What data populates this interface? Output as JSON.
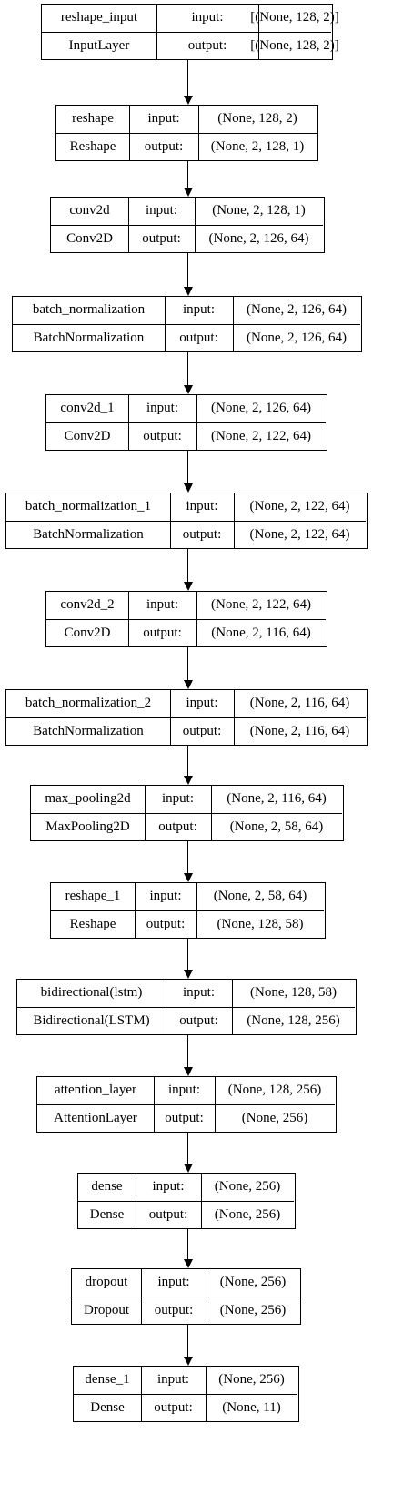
{
  "layers": [
    {
      "name": "reshape_input",
      "type": "InputLayer",
      "input_label": "input:",
      "output_label": "output:",
      "input_shape": "[(None, 128, 2)]",
      "output_shape": "[(None, 128, 2)]"
    },
    {
      "name": "reshape",
      "type": "Reshape",
      "input_label": "input:",
      "output_label": "output:",
      "input_shape": "(None, 128, 2)",
      "output_shape": "(None, 2, 128, 1)"
    },
    {
      "name": "conv2d",
      "type": "Conv2D",
      "input_label": "input:",
      "output_label": "output:",
      "input_shape": "(None, 2, 128, 1)",
      "output_shape": "(None, 2, 126, 64)"
    },
    {
      "name": "batch_normalization",
      "type": "BatchNormalization",
      "input_label": "input:",
      "output_label": "output:",
      "input_shape": "(None, 2, 126, 64)",
      "output_shape": "(None, 2, 126, 64)"
    },
    {
      "name": "conv2d_1",
      "type": "Conv2D",
      "input_label": "input:",
      "output_label": "output:",
      "input_shape": "(None, 2, 126, 64)",
      "output_shape": "(None, 2, 122, 64)"
    },
    {
      "name": "batch_normalization_1",
      "type": "BatchNormalization",
      "input_label": "input:",
      "output_label": "output:",
      "input_shape": "(None, 2, 122, 64)",
      "output_shape": "(None, 2, 122, 64)"
    },
    {
      "name": "conv2d_2",
      "type": "Conv2D",
      "input_label": "input:",
      "output_label": "output:",
      "input_shape": "(None, 2, 122, 64)",
      "output_shape": "(None, 2, 116, 64)"
    },
    {
      "name": "batch_normalization_2",
      "type": "BatchNormalization",
      "input_label": "input:",
      "output_label": "output:",
      "input_shape": "(None, 2, 116, 64)",
      "output_shape": "(None, 2, 116, 64)"
    },
    {
      "name": "max_pooling2d",
      "type": "MaxPooling2D",
      "input_label": "input:",
      "output_label": "output:",
      "input_shape": "(None, 2, 116, 64)",
      "output_shape": "(None, 2, 58, 64)"
    },
    {
      "name": "reshape_1",
      "type": "Reshape",
      "input_label": "input:",
      "output_label": "output:",
      "input_shape": "(None, 2, 58, 64)",
      "output_shape": "(None, 128, 58)"
    },
    {
      "name": "bidirectional(lstm)",
      "type": "Bidirectional(LSTM)",
      "input_label": "input:",
      "output_label": "output:",
      "input_shape": "(None, 128, 58)",
      "output_shape": "(None, 128, 256)"
    },
    {
      "name": "attention_layer",
      "type": "AttentionLayer",
      "input_label": "input:",
      "output_label": "output:",
      "input_shape": "(None, 128, 256)",
      "output_shape": "(None, 256)"
    },
    {
      "name": "dense",
      "type": "Dense",
      "input_label": "input:",
      "output_label": "output:",
      "input_shape": "(None, 256)",
      "output_shape": "(None, 256)"
    },
    {
      "name": "dropout",
      "type": "Dropout",
      "input_label": "input:",
      "output_label": "output:",
      "input_shape": "(None, 256)",
      "output_shape": "(None, 256)"
    },
    {
      "name": "dense_1",
      "type": "Dense",
      "input_label": "input:",
      "output_label": "output:",
      "input_shape": "(None, 256)",
      "output_shape": "(None, 11)"
    }
  ]
}
